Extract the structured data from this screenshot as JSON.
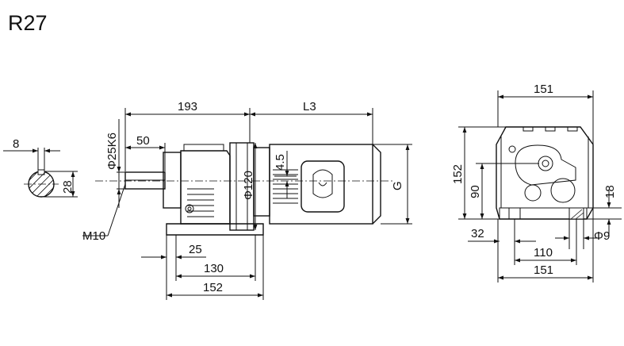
{
  "title": "R27",
  "shaft_detail": {
    "key_width": "8",
    "shaft_height": "28"
  },
  "side_view": {
    "shaft_diameter": "Φ25K6",
    "shaft_length": "50",
    "thread": "M10",
    "body_length": "193",
    "motor_length": "L3",
    "flange_diameter": "Φ120",
    "offset": "4.5",
    "motor_height": "G",
    "foot_offset": "25",
    "foot_spacing": "130",
    "foot_length": "152"
  },
  "end_view": {
    "top_width": "151",
    "height": "152",
    "shaft_center_height": "90",
    "foot_thickness": "18",
    "edge_offset": "32",
    "hole_spacing": "110",
    "hole_diameter": "Φ9",
    "foot_width": "151"
  }
}
